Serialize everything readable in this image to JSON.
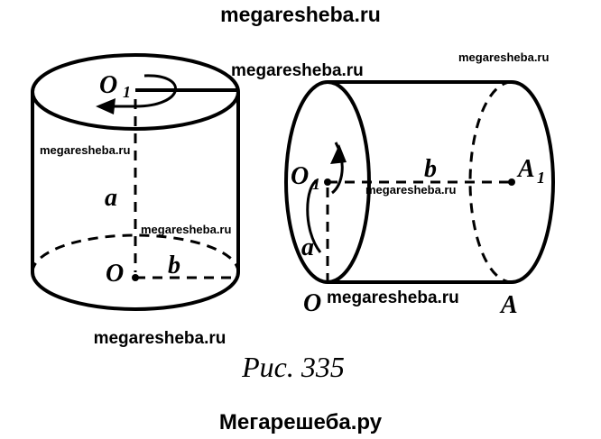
{
  "watermarks": {
    "top": "megaresheba.ru",
    "left_cyl_top_right": "megaresheba.ru",
    "right_cyl_top": "megaresheba.ru",
    "left_cyl_mid": "megaresheba.ru",
    "right_cyl_axis": "megaresheba.ru",
    "left_cyl_bottom_inside": "megaresheba.ru",
    "right_cyl_bottom": "megaresheba.ru",
    "left_cyl_below": "megaresheba.ru",
    "footer": "Мегарешеба.ру"
  },
  "left_figure": {
    "top_center_label": "O",
    "top_center_sub": "1",
    "side_label": "a",
    "bottom_center_label": "O",
    "radius_label": "b"
  },
  "right_figure": {
    "left_center_label": "O",
    "left_center_sub": "1",
    "axis_label": "b",
    "right_center_label": "A",
    "right_center_sub": "1",
    "radius_label": "a",
    "bottom_left_label": "O",
    "bottom_right_label": "A"
  },
  "caption": "Рис. 335"
}
